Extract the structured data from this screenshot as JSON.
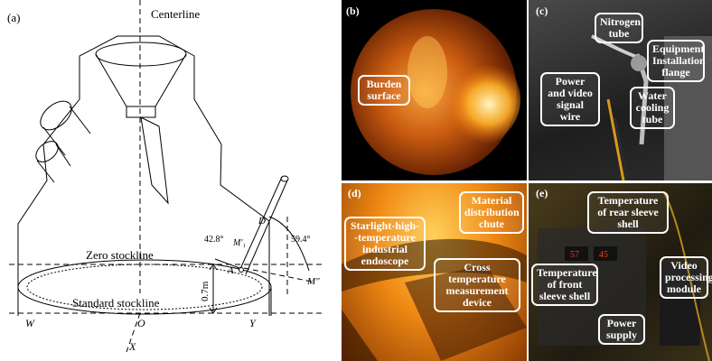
{
  "panel_a": {
    "label": "(a)",
    "centerline": "Centerline",
    "zero_stockline": "Zero stockline",
    "standard_stockline": "Standard stockline",
    "angle_1": "42.8°",
    "angle_2": "59.4°",
    "distance": "0.7m",
    "points": {
      "D": "D",
      "M1": "M'₁",
      "A": "A",
      "M2": "M\"",
      "W": "W",
      "O": "O",
      "Y": "Y",
      "X": "X"
    }
  },
  "panel_b": {
    "label": "(b)",
    "callouts": {
      "burden": "Burden surface"
    }
  },
  "panel_c": {
    "label": "(c)",
    "callouts": {
      "nitrogen": "Nitrogen tube",
      "flange": "Equipment Installation flange",
      "power": "Power and video signal wire",
      "water": "Water cooling tube"
    }
  },
  "panel_d": {
    "label": "(d)",
    "callouts": {
      "chute": "Material distribution chute",
      "endoscope": "Starlight-high--temperature industrial endoscope",
      "cross": "Cross temperature measurement device"
    }
  },
  "panel_e": {
    "label": "(e)",
    "callouts": {
      "rear": "Temperature of rear sleeve shell",
      "front": "Temperature of front sleeve shell",
      "video": "Video processing module",
      "power": "Power supply"
    },
    "displays": {
      "d1": "57",
      "d2": "45"
    }
  }
}
